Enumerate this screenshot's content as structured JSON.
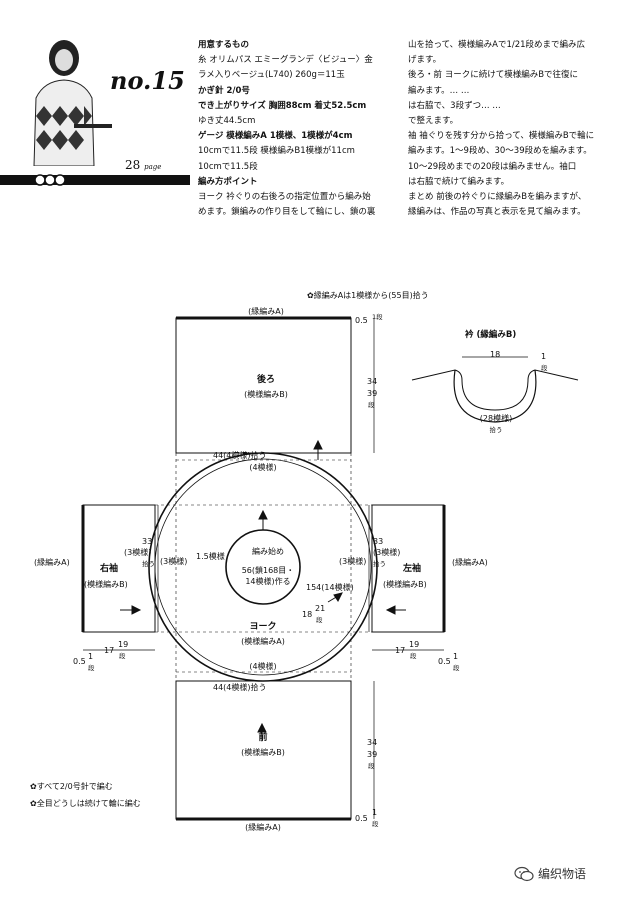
{
  "header": {
    "number": "no.15",
    "page_ref": "28",
    "page_unit": "page"
  },
  "materials": {
    "lines": [
      {
        "text": "用意するもの",
        "bold": true
      },
      {
        "text": "糸 オリムパス エミーグランデ〈ビジュー〉金",
        "bold": false
      },
      {
        "text": "ラメ入りベージュ(L740) 260g＝11玉",
        "bold": false
      },
      {
        "text": "かぎ針 2/0号",
        "bold": true
      },
      {
        "text": "でき上がりサイズ 胸囲88cm 着丈52.5cm",
        "bold": true
      },
      {
        "text": "ゆき丈44.5cm",
        "bold": false
      },
      {
        "text": "ゲージ 模様編みA 1模様、1模様が4cm",
        "bold": true
      },
      {
        "text": "10cmで11.5段 模様編みB1模様が11cm",
        "bold": false
      },
      {
        "text": "10cmで11.5段",
        "bold": false
      },
      {
        "text": "編み方ポイント",
        "bold": true
      },
      {
        "text": "ヨーク 衿ぐりの右後ろの指定位置から編み始",
        "bold": false
      },
      {
        "text": "めます。鎖編みの作り目をして輪にし、鎖の裏",
        "bold": false
      }
    ]
  },
  "instructions": {
    "lines": [
      "山を拾って、模様編みAで1/21段めまで編み広",
      "げます。",
      "後ろ・前 ヨークに続けて模様編みBで往復に",
      "編みます。… …",
      "は右脇で、3段ずつ… …",
      "で整えます。",
      "袖 袖ぐりを残す分から拾って、模様編みBで輪に",
      "編みます。1～9段め、30～39段めを編みます。",
      "10～29段めまでの20段は編みません。袖口",
      "は右脇で続けて編みます。",
      "まとめ 前後の衿ぐりに縁編みBを編みますが、",
      "縁編みは、作品の写真と表示を見て編みます。"
    ]
  },
  "diagram": {
    "top_note": "✿縁編みAは1模様から(55目)拾う",
    "back": {
      "edge_label": "(縁編みA)",
      "name": "後ろ",
      "pattern": "(模様編みB)",
      "bottom_pick": "44(4模様)拾う",
      "dim_top": "0.5",
      "dim_top_unit": "1段",
      "dim_h": "34",
      "dim_h2": "39",
      "dim_h_unit": "段"
    },
    "collar": {
      "name": "衿 (縁編みB)",
      "width": "18",
      "side": "1",
      "side_unit": "段",
      "pick": "(28模様)",
      "pick_unit": "拾う"
    },
    "yoke": {
      "top_label": "(4模様)",
      "bottom_label": "(4模様)",
      "name": "ヨーク",
      "pattern": "(模様編みA)",
      "left_note": "(3模様)",
      "right_note": "(3模様)",
      "side_dim": "154(14模様)",
      "left_dim": "1.5模様",
      "small_dim": "18",
      "small_dim2": "21",
      "small_dim_unit": "段"
    },
    "center": {
      "start": "編み始め",
      "cast_on": "56(鎖168目・",
      "cast_on2": "14模様)作る"
    },
    "right_sleeve": {
      "edge_label": "(縁編みA)",
      "name": "右袖",
      "pattern": "(模様編みB)",
      "pick_top": "33",
      "pick_note": "(3模様)",
      "pick_note2": "拾う",
      "bottom": "17",
      "bottom2": "19",
      "bottom_unit": "段",
      "cuff": "0.5",
      "cuff2": "1",
      "cuff_unit": "段"
    },
    "left_sleeve": {
      "edge_label": "(縁編みA)",
      "name": "左袖",
      "pattern": "(模様編みB)",
      "pick_top": "33",
      "pick_note": "(3模様)",
      "pick_note2": "拾う",
      "bottom": "17",
      "bottom2": "19",
      "bottom_unit": "段",
      "cuff": "0.5",
      "cuff2": "1",
      "cuff_unit": "段"
    },
    "front": {
      "top_pick": "44(4模様)拾う",
      "name": "前",
      "pattern": "(模様編みB)",
      "edge_label": "(縁編みA)",
      "dim_h": "34",
      "dim_h2": "39",
      "dim_h_unit": "段",
      "dim_bot": "0.5",
      "dim_bot2": "1",
      "dim_bot_unit": "段"
    },
    "notes": [
      "✿すべて2/0号針で編む",
      "✿全目どうしは続けて輪に編む"
    ]
  },
  "watermark": "编织物语"
}
